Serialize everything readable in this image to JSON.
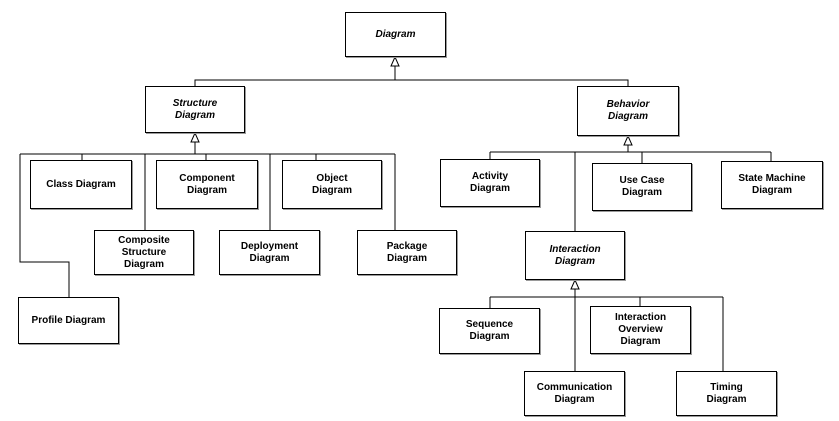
{
  "diagram": {
    "root": "Diagram",
    "structure": "Structure\nDiagram",
    "behavior": "Behavior\nDiagram",
    "class": "Class Diagram",
    "component": "Component\nDiagram",
    "object": "Object\nDiagram",
    "composite_structure": "Composite\nStructure\nDiagram",
    "deployment": "Deployment\nDiagram",
    "package": "Package\nDiagram",
    "profile": "Profile Diagram",
    "activity": "Activity\nDiagram",
    "use_case": "Use Case\nDiagram",
    "state_machine": "State Machine\nDiagram",
    "interaction": "Interaction\nDiagram",
    "sequence": "Sequence\nDiagram",
    "interaction_overview": "Interaction\nOverview\nDiagram",
    "communication": "Communication\nDiagram",
    "timing": "Timing\nDiagram"
  }
}
